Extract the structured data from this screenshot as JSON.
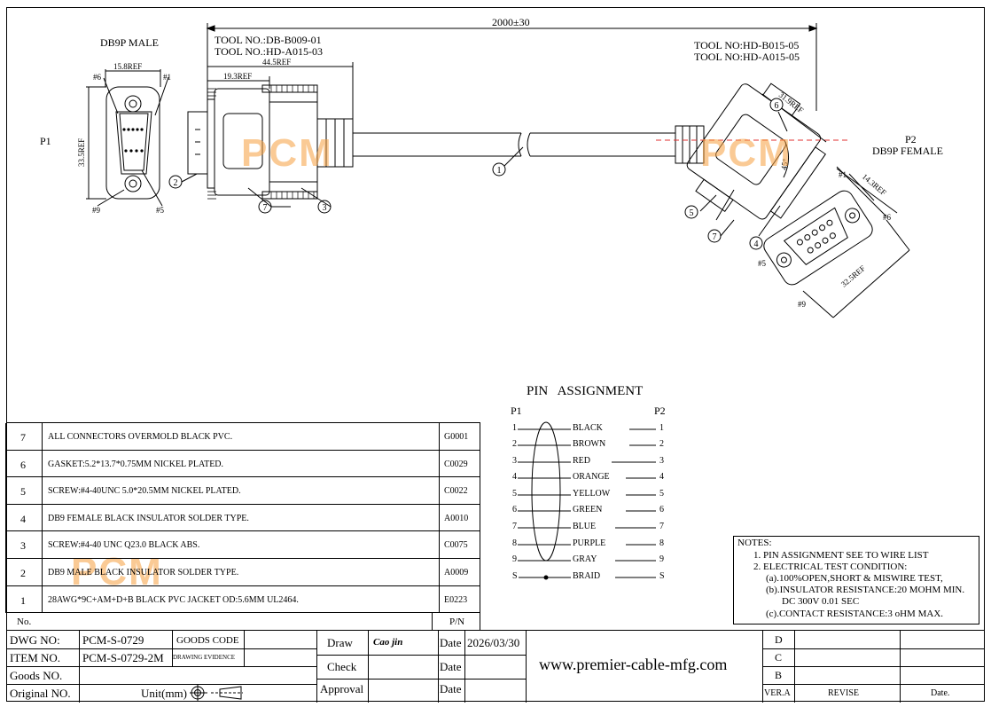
{
  "drawing": {
    "length_dim": "2000±30",
    "p1_label": "P1",
    "p1_connector": "DB9P MALE",
    "p2_label": "P2",
    "p2_connector": "DB9P FEMALE",
    "tool_left_1": "TOOL NO.:DB-B009-01",
    "tool_left_2": "TOOL NO.:HD-A015-03",
    "tool_right_1": "TOOL NO:HD-B015-05",
    "tool_right_2": "TOOL NO:HD-A015-05",
    "dim_15_8": "15.8REF",
    "dim_19_3": "19.3REF",
    "dim_44_5": "44.5REF",
    "dim_33_5": "33.5REF",
    "dim_31_9": "31.9REF",
    "dim_14_3": "14.3REF",
    "dim_32_5": "32.5REF",
    "angle": "45°",
    "pin_1": "#1",
    "pin_5": "#5",
    "pin_6": "#6",
    "pin_9": "#9",
    "balloon_1": "1",
    "balloon_2": "2",
    "balloon_3": "3",
    "balloon_4": "4",
    "balloon_5": "5",
    "balloon_6": "6",
    "balloon_7": "7",
    "watermark": "PCM"
  },
  "pin_assignment": {
    "title": "PIN   ASSIGNMENT",
    "p1": "P1",
    "p2": "P2",
    "rows": [
      {
        "left": "1",
        "color": "BLACK",
        "right": "1"
      },
      {
        "left": "2",
        "color": "BROWN",
        "right": "2"
      },
      {
        "left": "3",
        "color": "RED",
        "right": "3"
      },
      {
        "left": "4",
        "color": "ORANGE",
        "right": "4"
      },
      {
        "left": "5",
        "color": "YELLOW",
        "right": "5"
      },
      {
        "left": "6",
        "color": "GREEN",
        "right": "6"
      },
      {
        "left": "7",
        "color": "BLUE",
        "right": "7"
      },
      {
        "left": "8",
        "color": "PURPLE",
        "right": "8"
      },
      {
        "left": "9",
        "color": "GRAY",
        "right": "9"
      },
      {
        "left": "S",
        "color": "BRAID",
        "right": "S"
      }
    ]
  },
  "notes": {
    "title": "NOTES:",
    "lines": [
      "1.  PIN ASSIGNMENT SEE TO WIRE LIST",
      "2.  ELECTRICAL TEST CONDITION:",
      "(a).100%OPEN,SHORT & MISWIRE TEST,",
      "(b).INSULATOR RESISTANCE:20 MOHM MIN.",
      "DC 300V 0.01 SEC",
      "(c).CONTACT RESISTANCE:3 oHM MAX."
    ]
  },
  "bom": {
    "rows": [
      {
        "no": "7",
        "desc": "ALL CONNECTORS OVERMOLD BLACK PVC.",
        "pn": "G0001"
      },
      {
        "no": "6",
        "desc": "GASKET:5.2*13.7*0.75MM NICKEL PLATED.",
        "pn": "C0029"
      },
      {
        "no": "5",
        "desc": "SCREW:#4-40UNC 5.0*20.5MM NICKEL PLATED.",
        "pn": "C0022"
      },
      {
        "no": "4",
        "desc": "DB9 FEMALE BLACK INSULATOR SOLDER TYPE.",
        "pn": "A0010"
      },
      {
        "no": "3",
        "desc": "SCREW:#4-40 UNC Q23.0 BLACK ABS.",
        "pn": "C0075"
      },
      {
        "no": "2",
        "desc": "DB9 MALE BLACK INSULATOR SOLDER TYPE.",
        "pn": "A0009"
      },
      {
        "no": "1",
        "desc": "28AWG*9C+AM+D+B BLACK PVC JACKET OD:5.6MM UL2464.",
        "pn": "E0223"
      }
    ],
    "no_header": "No.",
    "pn_header": "P/N"
  },
  "title_block": {
    "dwg_no_label": "DWG NO:",
    "dwg_no": "PCM-S-0729",
    "goods_code_label": "GOODS CODE",
    "item_no_label": "ITEM NO.",
    "item_no": "PCM-S-0729-2M",
    "drawing_evidence_label": "DRAWING EVIDENCE",
    "goods_no_label": "Goods NO.",
    "original_no_label": "Original NO.",
    "unit_label": "Unit(mm)",
    "draw_label": "Draw",
    "draw_signature": "Cao jin",
    "check_label": "Check",
    "approval_label": "Approval",
    "date_label": "Date",
    "date_value": "2026/03/30",
    "website": "www.premier-cable-mfg.com",
    "rev_d": "D",
    "rev_c": "C",
    "rev_b": "B",
    "ver_label": "VER.A",
    "revise_label": "REVISE",
    "date_col_label": "Date."
  }
}
